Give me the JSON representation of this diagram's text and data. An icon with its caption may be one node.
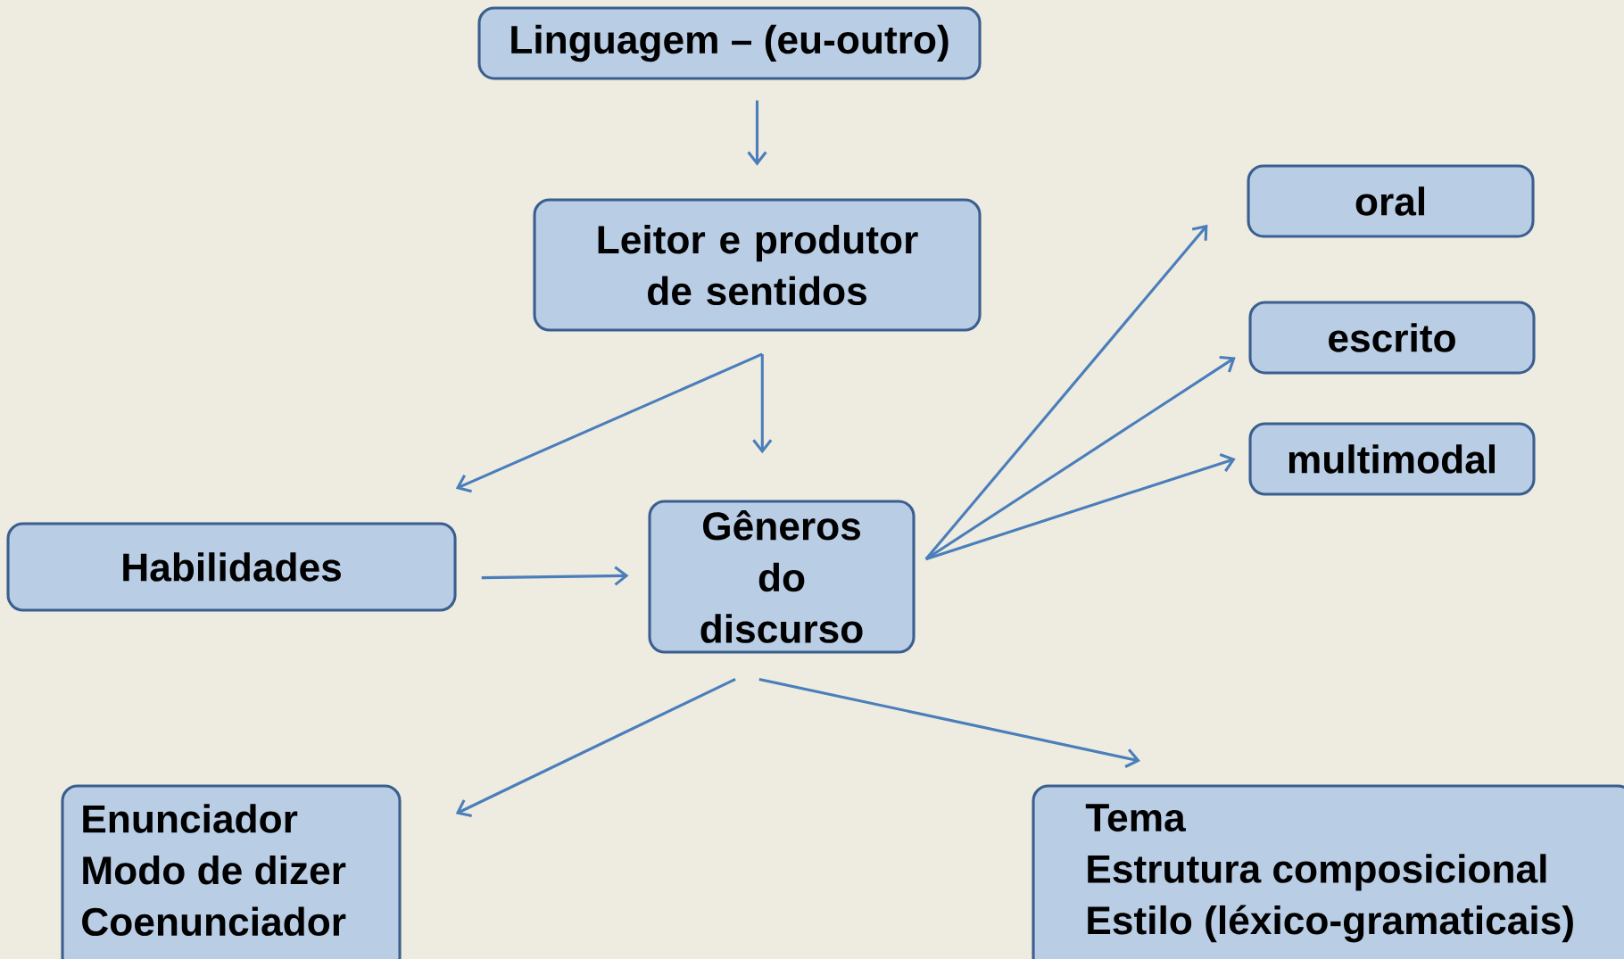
{
  "diagram": {
    "nodes": [
      {
        "text": [
          "Linguagem – (eu-outro)"
        ]
      },
      {
        "text": [
          "Leitor e produtor de sentidos"
        ]
      },
      {
        "text": [
          "oral"
        ]
      },
      {
        "text": [
          "escrito"
        ]
      },
      {
        "text": [
          "multimodal"
        ]
      },
      {
        "text": [
          "Habilidades"
        ]
      },
      {
        "text": [
          "Gêneros do discurso"
        ]
      },
      {
        "text": [
          "Enunciador",
          "Modo de dizer",
          "Coenunciador"
        ]
      },
      {
        "text": [
          "Tema",
          "Estrutura composicional",
          "Estilo (léxico-gramaticais)"
        ]
      }
    ],
    "edges": [
      {
        "from": 0,
        "to": 1,
        "arrow": "to"
      },
      {
        "from": 1,
        "to": 5,
        "arrow": "to"
      },
      {
        "from": 1,
        "to": 6,
        "arrow": "to"
      },
      {
        "from": 5,
        "to": 6,
        "arrow": "to"
      },
      {
        "from": 6,
        "to": 2,
        "arrow": "to"
      },
      {
        "from": 6,
        "to": 3,
        "arrow": "to"
      },
      {
        "from": 6,
        "to": 4,
        "arrow": "to"
      },
      {
        "from": 6,
        "to": 7,
        "arrow": "to"
      },
      {
        "from": 6,
        "to": 8,
        "arrow": "to"
      }
    ]
  }
}
